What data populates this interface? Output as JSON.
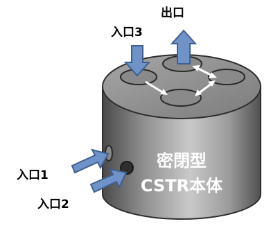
{
  "labels": {
    "outlet": "出口",
    "inlet3": "入口3",
    "inlet1": "入口1",
    "inlet2": "入口2",
    "body_line1": "密閉型",
    "body_line2": "CSTR本体"
  },
  "colors": {
    "cylinder_dark": "#3f3f3f",
    "cylinder_mid": "#9a9a9a",
    "cylinder_light": "#cfcfcf",
    "top_face": "#8f8f8f",
    "port_fill": "#8a8a8a",
    "port_stroke": "#2a2a2a",
    "arrow_fill": "#6f93c9",
    "arrow_stroke": "#3f5f8f",
    "inner_arrow": "#ffffff",
    "body_text": "#ffffff",
    "label_text": "#000000"
  }
}
